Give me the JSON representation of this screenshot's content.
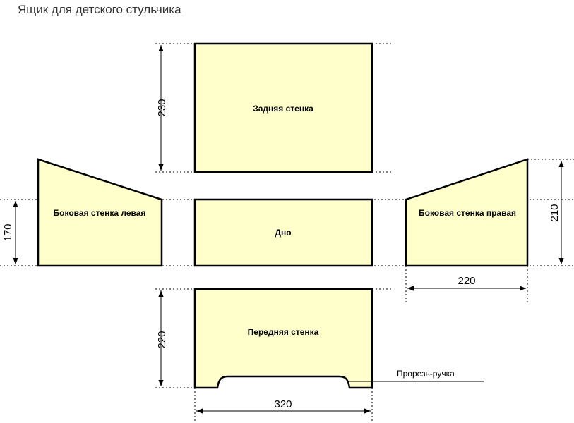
{
  "title": "Ящик для детского стульчика",
  "panels": {
    "back": "Задняя стенка",
    "bottom": "Дно",
    "front": "Передняя стенка",
    "left_side": "Боковая стенка левая",
    "right_side": "Боковая стенка правая"
  },
  "dimensions": {
    "back_height": "230",
    "front_height": "220",
    "width": "320",
    "left_side_height": "170",
    "right_side_height": "210",
    "right_side_width": "220"
  },
  "notes": {
    "cutout": "Прорезь-ручка"
  },
  "colors": {
    "panel_fill": "#ffffcc",
    "outline": "#000000"
  }
}
